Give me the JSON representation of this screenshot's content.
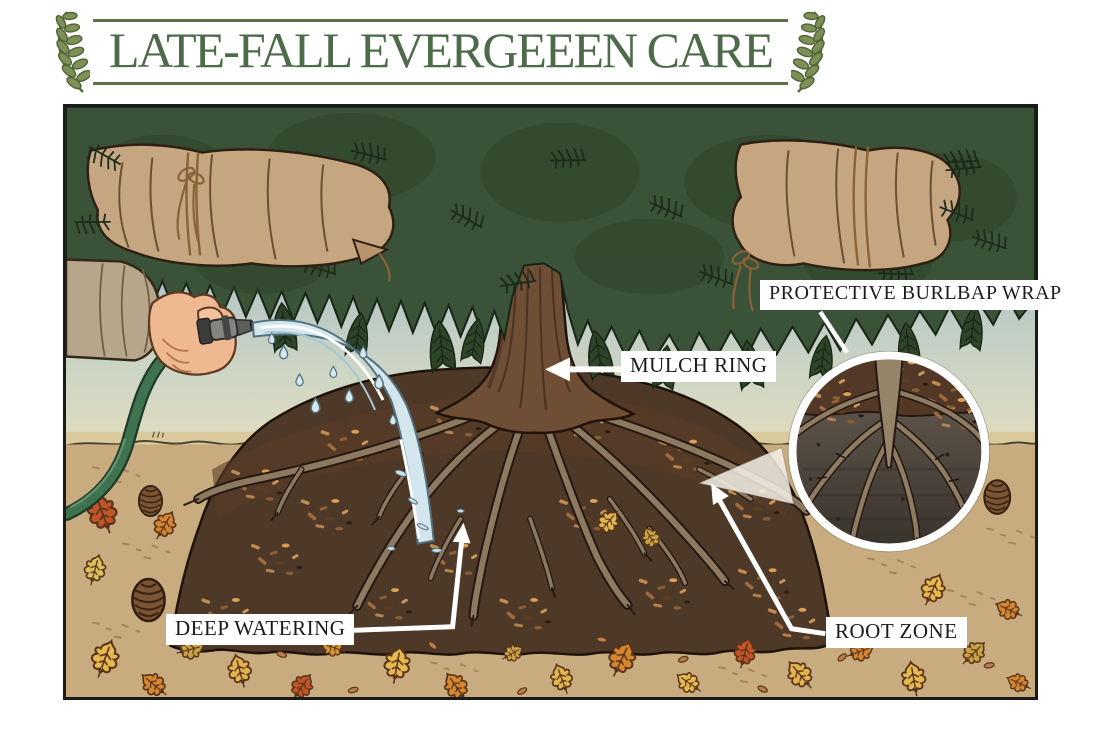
{
  "header": {
    "title": "LATE-FALL EVERGEEEN CARE",
    "left_icon": "laurel-branch-icon",
    "right_icon": "laurel-branch-icon"
  },
  "callouts": {
    "burlap_wrap": "PROTECTIVE BURLBAP WRAP",
    "mulch_ring": "MULCH RING",
    "deep_watering": "DEEP WATERING",
    "root_zone": "ROOT ZONE"
  },
  "colors": {
    "title_green": "#4d6a49",
    "rule_olive": "#5d7146",
    "frame_border": "#1b1b1b",
    "label_bg": "#ffffff",
    "label_text": "#1c1c1c",
    "sky_top": "#8da9ba",
    "sky_horizon": "#e2dcc0",
    "field_tan": "#d9c99c",
    "ground_tan": "#c8ac7f",
    "canopy_green": "#3a5238",
    "trunk_brown": "#6f4e36",
    "mulch_brown": "#4e3827",
    "root_tan": "#8d7960",
    "burlap_tan": "#c6a680",
    "hose_green": "#3f7350",
    "water_blue": "#d3e6ee",
    "leaf_yellow": "#e5b94d",
    "leaf_orange": "#d8852f",
    "leaf_red": "#c25427"
  }
}
